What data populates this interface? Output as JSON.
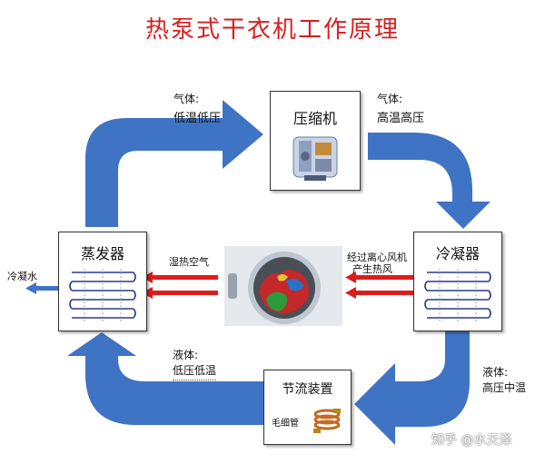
{
  "title": "热泵式干衣机工作原理",
  "colors": {
    "title": "#d81e1e",
    "flow_arrow": "#3f73c4",
    "heat_arrow": "#e01b1b",
    "coil": "#2a3a8c"
  },
  "components": {
    "compressor": "压缩机",
    "condenser": "冷凝器",
    "evaporator": "蒸发器",
    "throttle": "节流装置",
    "capillary": "毛细管"
  },
  "labels": {
    "gas_low_1": "气体:",
    "gas_low_2": "低温低压",
    "gas_high_1": "气体:",
    "gas_high_2": "高温高压",
    "liquid_high_1": "液体:",
    "liquid_high_2": "高压中温",
    "liquid_low_1": "液体:",
    "liquid_low_2": "低压低温",
    "hot_air_1": "经过离心风机",
    "hot_air_2": "产生热风",
    "wet_air": "湿热空气",
    "condensate": "冷凝水"
  },
  "watermark": "知乎 @水天泽"
}
